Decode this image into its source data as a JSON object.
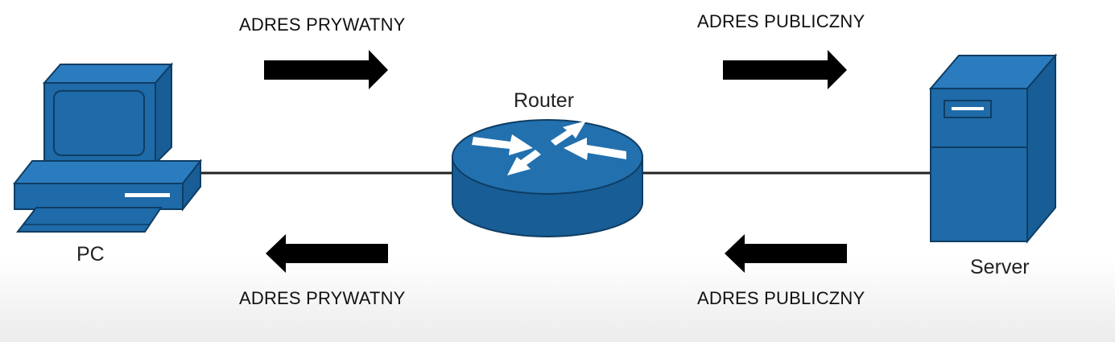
{
  "labels": {
    "top_left": "ADRES PRYWATNY",
    "top_right": "ADRES PUBLICZNY",
    "bottom_left": "ADRES PRYWATNY",
    "bottom_right": "ADRES PUBLICZNY"
  },
  "nodes": {
    "pc": "PC",
    "router": "Router",
    "server": "Server"
  },
  "colors": {
    "device_blue": "#1f6aa8",
    "device_dark": "#144a77",
    "arrow": "#000000",
    "link": "#222222"
  }
}
